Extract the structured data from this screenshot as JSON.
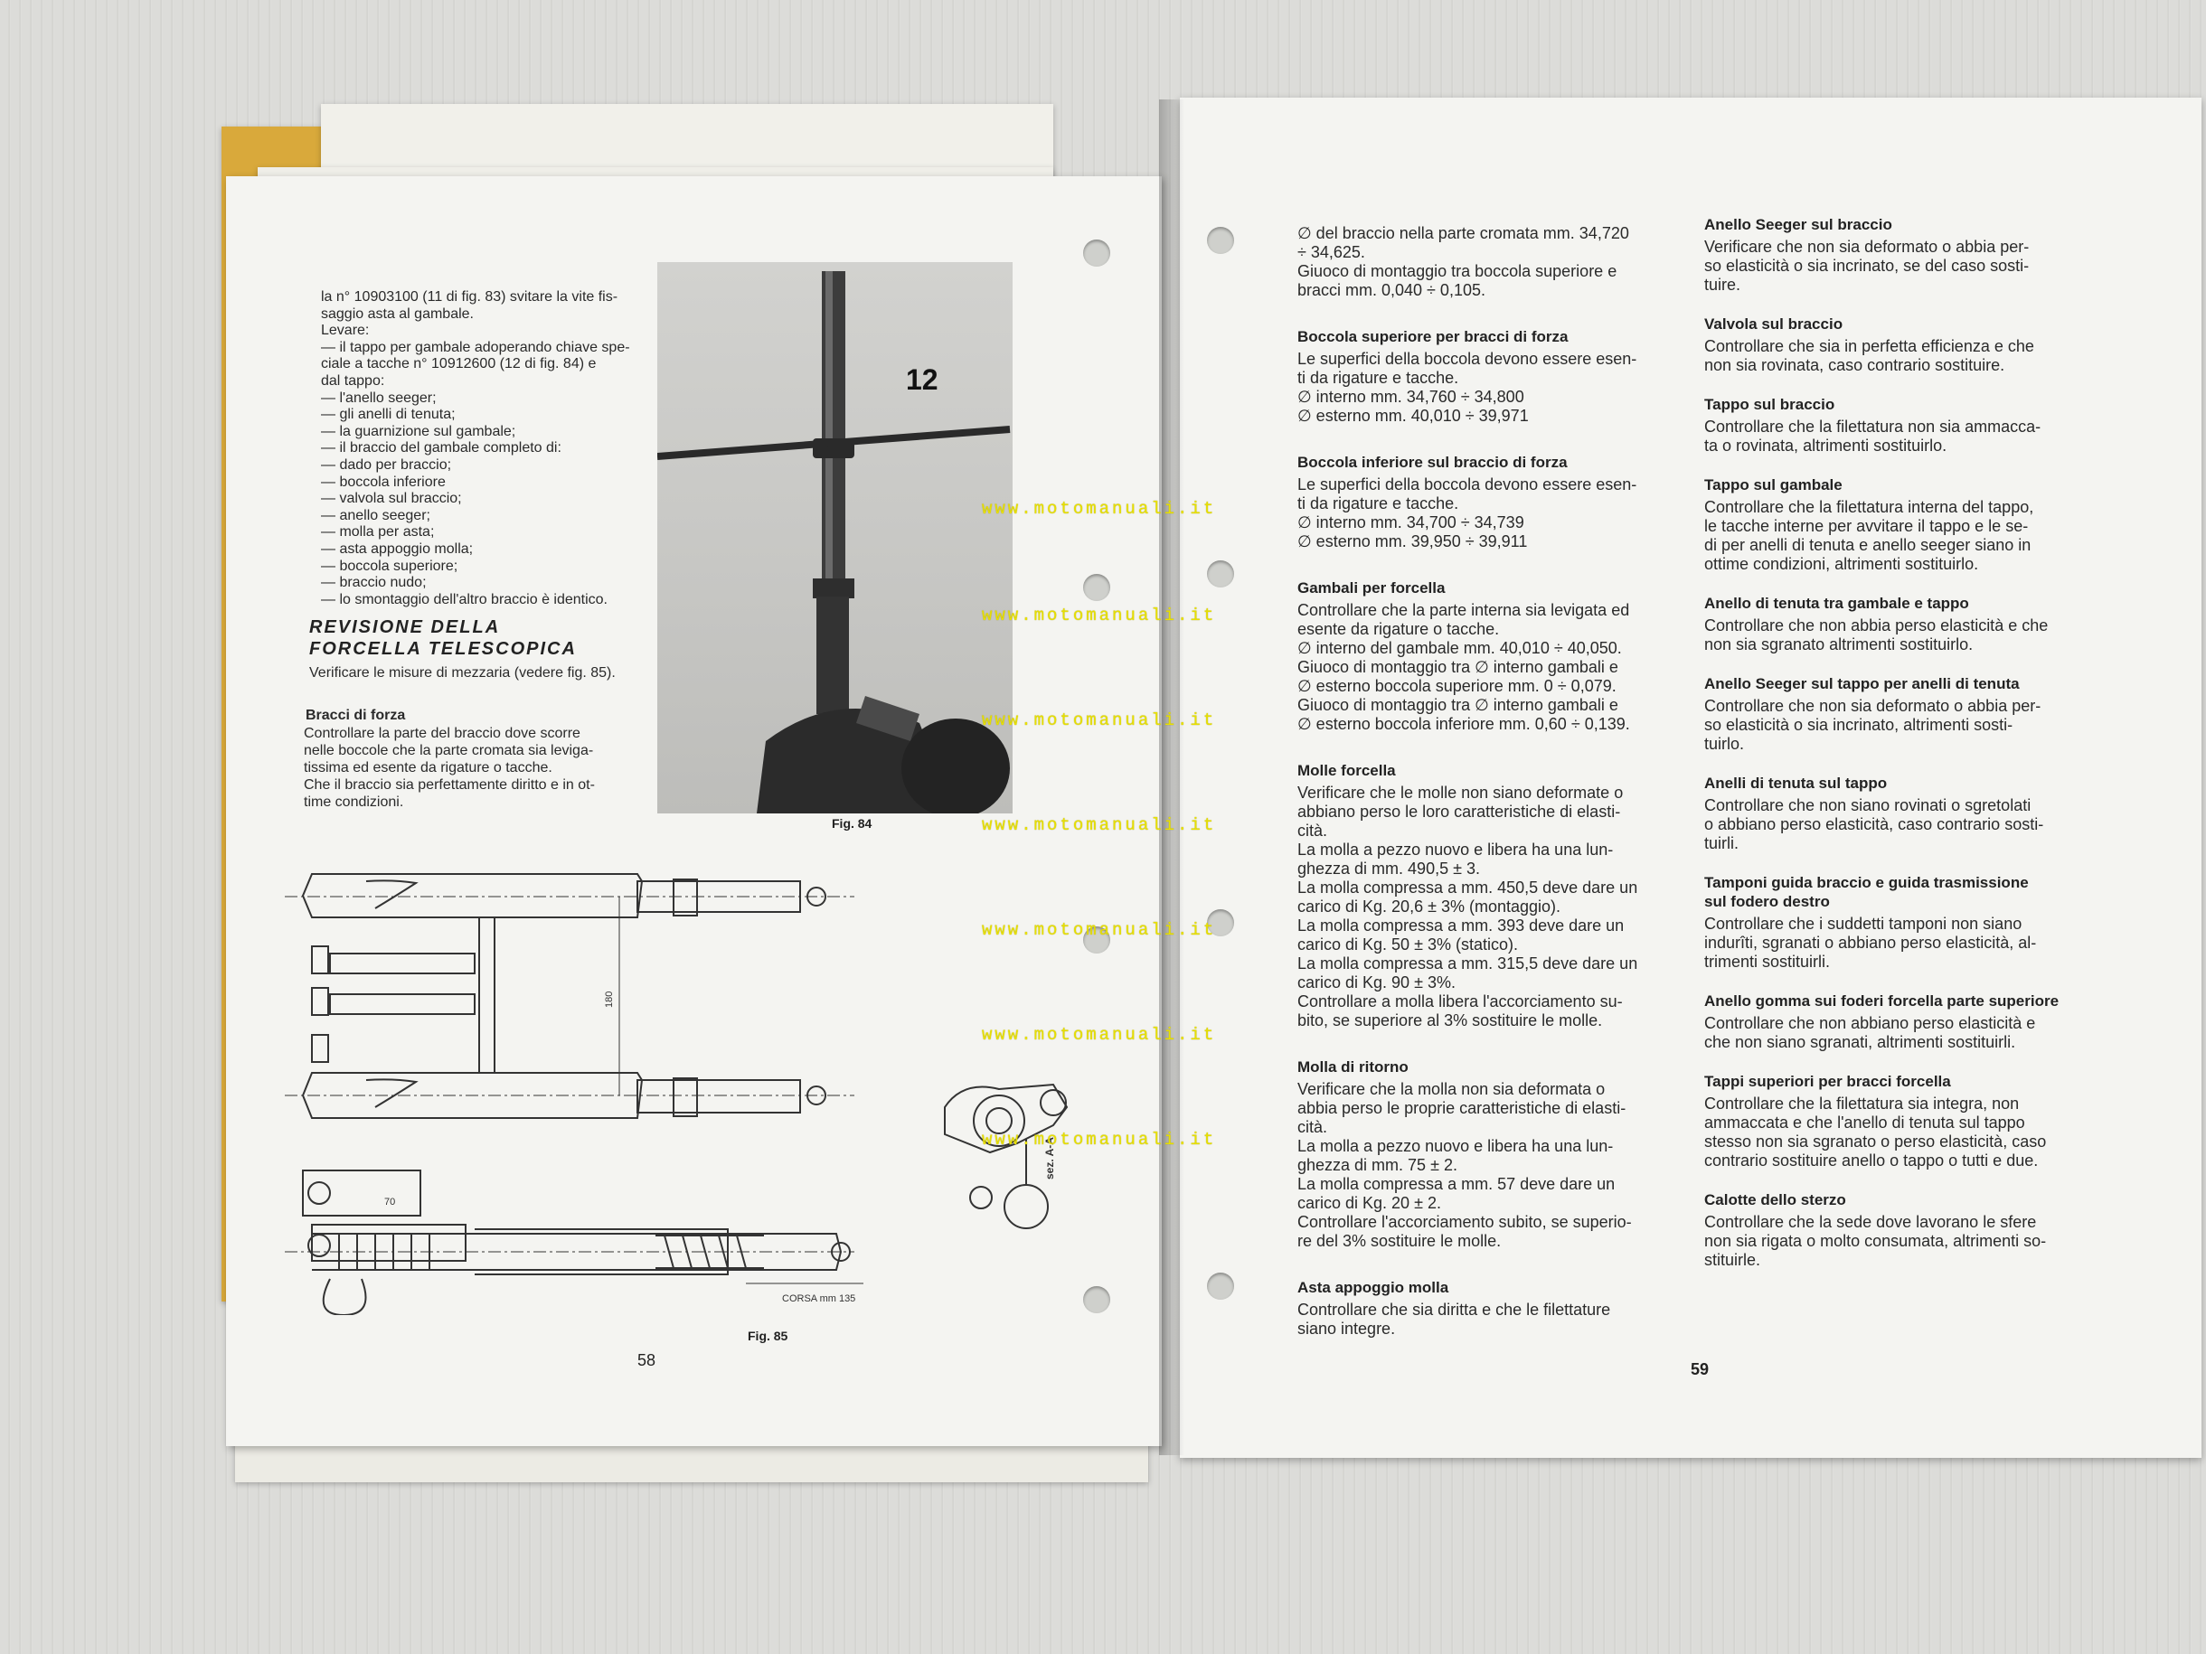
{
  "left_page": {
    "intro_lines": "la n° 10903100 (11 di fig. 83) svitare la vite fis-\nsaggio asta al gambale.\nLevare:\n— il tappo per gambale adoperando chiave spe-\n   ciale a tacche n° 10912600 (12 di fig. 84) e\n   dal tappo:\n   — l'anello seeger;\n   — gli anelli di tenuta;\n   — la guarnizione sul gambale;\n   — il braccio del gambale completo di:\n   — dado per braccio;\n   — boccola inferiore\n   — valvola sul braccio;\n   — anello seeger;\n   — molla per asta;\n   — asta appoggio molla;\n   — boccola superiore;\n   — braccio nudo;\n— lo smontaggio dell'altro braccio è identico.",
    "heading_line1": "REVISIONE DELLA",
    "heading_line2": "FORCELLA TELESCOPICA",
    "heading_sub": "Verificare le misure di mezzaria (vedere fig. 85).",
    "subheading": "Bracci di forza",
    "body": "Controllare la parte del braccio dove scorre\nnelle boccole che la parte cromata sia leviga-\ntissima ed esente da rigature o tacche.\nChe il braccio sia perfettamente diritto e in ot-\ntime condizioni.",
    "photo_label": "12",
    "fig84": "Fig. 84",
    "fig85": "Fig. 85",
    "dim_180": "180",
    "dim_70": "70",
    "dim_corsa": "CORSA mm 135",
    "sez": "sez. A-A",
    "page_number": "58"
  },
  "right_page": {
    "col1": [
      {
        "title": "",
        "text": "∅ del braccio nella parte cromata mm. 34,720\n÷ 34,625.\nGiuoco di montaggio tra boccola superiore e\nbracci mm. 0,040 ÷ 0,105."
      },
      {
        "title": "Boccola superiore per bracci di forza",
        "text": "Le superfici della boccola devono essere esen-\nti da rigature e tacche.\n∅ interno mm. 34,760 ÷ 34,800\n∅ esterno mm. 40,010 ÷ 39,971"
      },
      {
        "title": "Boccola inferiore sul braccio di forza",
        "text": "Le superfici della boccola devono essere esen-\nti da rigature e tacche.\n∅ interno mm. 34,700 ÷ 34,739\n∅ esterno mm. 39,950 ÷ 39,911"
      },
      {
        "title": "Gambali per forcella",
        "text": "Controllare che la parte interna sia levigata ed\nesente da rigature o tacche.\n∅ interno del gambale mm. 40,010 ÷ 40,050.\nGiuoco di montaggio tra ∅ interno gambali e\n∅ esterno boccola superiore mm. 0 ÷ 0,079.\nGiuoco di montaggio tra ∅ interno gambali e\n∅ esterno boccola inferiore mm. 0,60 ÷ 0,139."
      },
      {
        "title": "Molle forcella",
        "text": "Verificare che le molle non siano deformate o\nabbiano perso le loro caratteristiche di elasti-\ncità.\nLa molla a pezzo nuovo e libera ha una lun-\nghezza di mm. 490,5 ± 3.\nLa molla compressa a mm. 450,5 deve dare un\ncarico di Kg. 20,6 ± 3% (montaggio).\nLa molla compressa a mm. 393 deve dare un\ncarico di Kg. 50 ± 3% (statico).\nLa molla compressa a mm. 315,5 deve dare un\ncarico di Kg. 90 ± 3%.\nControllare a molla libera l'accorciamento su-\nbito, se superiore al 3% sostituire le molle."
      },
      {
        "title": "Molla di ritorno",
        "text": "Verificare che la molla non sia deformata o\nabbia perso le proprie caratteristiche di elasti-\ncità.\nLa molla a pezzo nuovo e libera ha una lun-\nghezza di mm. 75 ± 2.\nLa molla compressa a mm. 57 deve dare un\ncarico di Kg. 20 ± 2.\nControllare l'accorciamento subito, se superio-\nre del 3% sostituire le molle."
      },
      {
        "title": "Asta appoggio molla",
        "text": "Controllare che sia diritta e che le filettature\nsiano integre."
      }
    ],
    "col2": [
      {
        "title": "Anello Seeger sul braccio",
        "text": "Verificare che non sia deformato o abbia per-\nso elasticità o sia incrinato, se del caso sosti-\ntuire."
      },
      {
        "title": "Valvola sul braccio",
        "text": "Controllare che sia in perfetta efficienza e che\nnon sia rovinata, caso contrario sostituire."
      },
      {
        "title": "Tappo sul braccio",
        "text": "Controllare che la filettatura non sia ammacca-\nta o rovinata, altrimenti sostituirlo."
      },
      {
        "title": "Tappo sul gambale",
        "text": "Controllare che la filettatura interna del tappo,\nle tacche interne per avvitare il tappo e le se-\ndi per anelli di tenuta e anello seeger siano in\nottime condizioni, altrimenti sostituirlo."
      },
      {
        "title": "Anello di tenuta tra gambale e tappo",
        "text": "Controllare che non abbia perso elasticità e che\nnon sia sgranato altrimenti sostituirlo."
      },
      {
        "title": "Anello Seeger sul tappo per anelli di tenuta",
        "text": "Controllare che non sia deformato o abbia per-\nso elasticità o sia incrinato, altrimenti sosti-\ntuirlo."
      },
      {
        "title": "Anelli di tenuta sul tappo",
        "text": "Controllare che non siano rovinati o sgretolati\no abbiano perso elasticità, caso contrario sosti-\ntuirli."
      },
      {
        "title": "Tamponi guida braccio e guida trasmissione\nsul fodero destro",
        "text": "Controllare che i suddetti tamponi non siano\nindurîti, sgranati o abbiano perso elasticità, al-\ntrimenti sostituirli."
      },
      {
        "title": "Anello gomma sui foderi forcella parte superiore",
        "text": "Controllare che non abbiano perso elasticità e\nche non siano sgranati, altrimenti sostituirli."
      },
      {
        "title": "Tappi superiori per bracci forcella",
        "text": "Controllare che la filettatura sia integra, non\nammaccata e che l'anello di tenuta sul tappo\nstesso non sia sgranato o perso elasticità, caso\ncontrario sostituire anello o tappo o tutti e due."
      },
      {
        "title": "Calotte dello sterzo",
        "text": "Controllare che la sede dove lavorano le sfere\nnon sia rigata o molto consumata, altrimenti so-\nstituirle."
      }
    ],
    "page_number": "59"
  },
  "watermark": "www.motomanuali.it"
}
